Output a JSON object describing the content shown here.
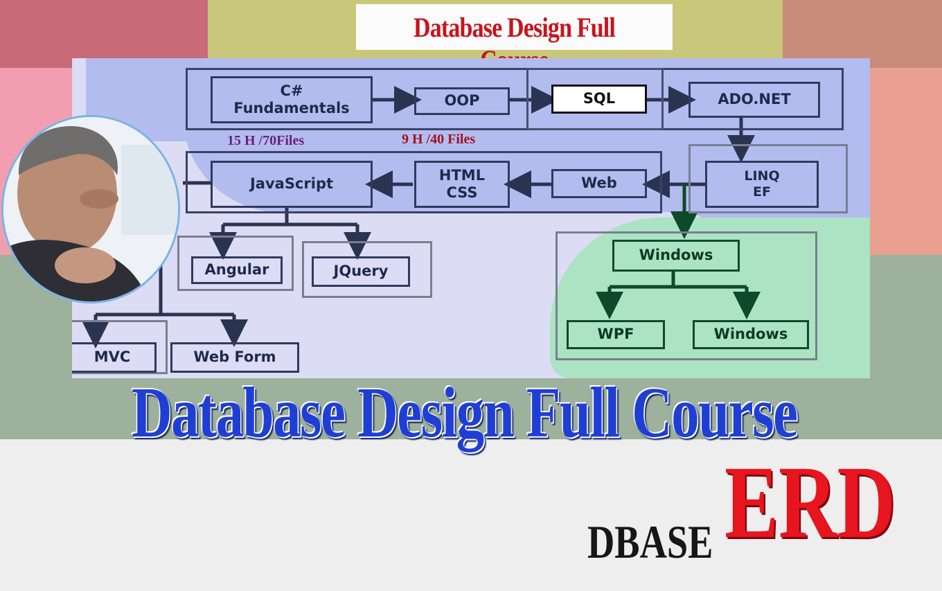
{
  "header": {
    "banner_title": "Database Design Full Course"
  },
  "diagram": {
    "track_top": [
      "C#\nFundamentals",
      "OOP",
      "SQL",
      "ADO.NET"
    ],
    "linq": "LINQ\nEF",
    "web_track": [
      "JavaScript",
      "HTML\nCSS",
      "Web"
    ],
    "js_children": [
      "Angular",
      "JQuery"
    ],
    "web_children": [
      "MVC",
      "Web Form"
    ],
    "windows": "Windows",
    "windows_children": [
      "WPF",
      "Windows"
    ],
    "hours_left": "15 H /70Files",
    "hours_right": "9 H /40 Files",
    "colors": {
      "hours_left": "#6a1f7a",
      "hours_right": "#a0141e",
      "box_border": "#2f3a5e",
      "green_border": "#0d4a2a"
    }
  },
  "footer": {
    "big_title": "Database Design Full Course",
    "erd": "ERD",
    "dbase": "DBASE"
  },
  "colors": {
    "big_title": "#1f3fd4",
    "erd": "#e8141e",
    "banner_text": "#c8141c"
  }
}
